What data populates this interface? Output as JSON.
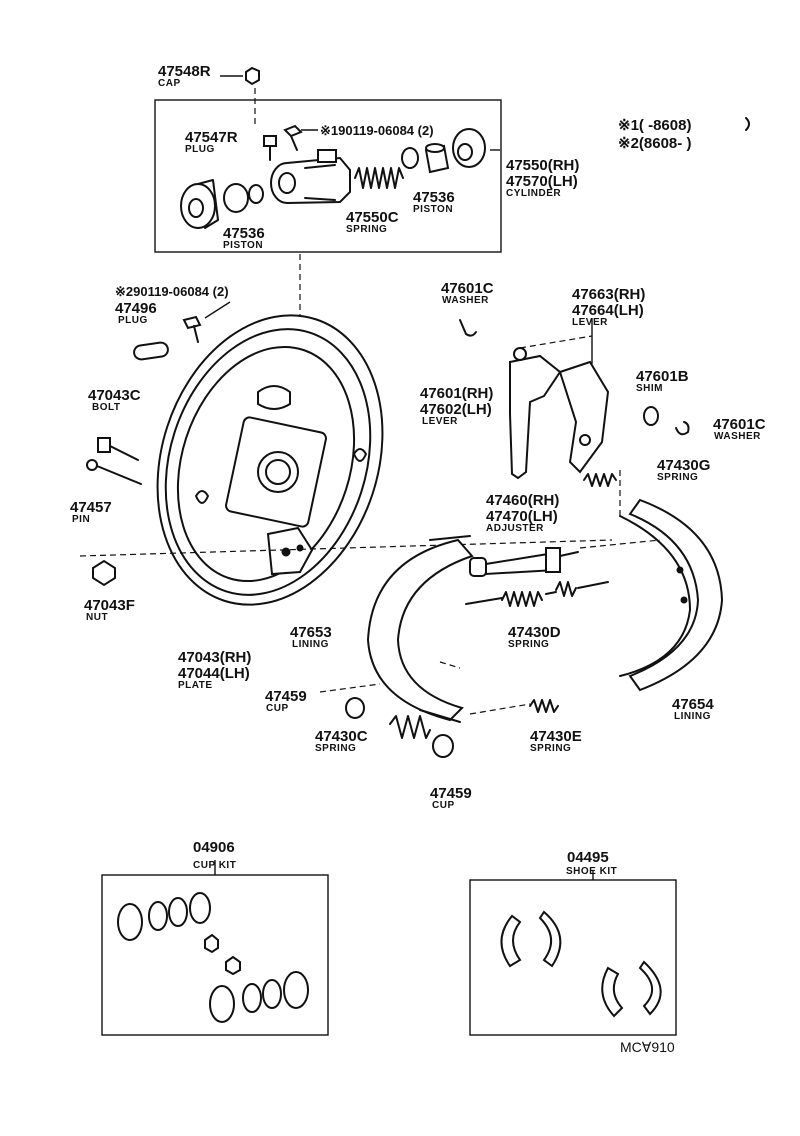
{
  "parts": {
    "p47548R": {
      "number": "47548R",
      "name": "CAP"
    },
    "p47547R": {
      "number": "47547R",
      "name": "PLUG"
    },
    "bolt_top": {
      "number": "※190119-06084 (2)"
    },
    "p47550": {
      "rh": "47550(RH)",
      "lh": "47570(LH)",
      "name": "CYLINDER"
    },
    "p47536_right": {
      "number": "47536",
      "name": "PISTON"
    },
    "p47550C": {
      "number": "47550C",
      "name": "SPRING"
    },
    "p47536_left": {
      "number": "47536",
      "name": "PISTON"
    },
    "bolt_mid": {
      "number": "※290119-06084 (2)"
    },
    "p47496": {
      "number": "47496",
      "name": "PLUG"
    },
    "p47043C": {
      "number": "47043C",
      "name": "BOLT"
    },
    "p47457": {
      "number": "47457",
      "name": "PIN"
    },
    "p47043F": {
      "number": "47043F",
      "name": "NUT"
    },
    "p47043": {
      "rh": "47043(RH)",
      "lh": "47044(LH)",
      "name": "PLATE"
    },
    "p47601C_top": {
      "number": "47601C",
      "name": "WASHER"
    },
    "p47663": {
      "rh": "47663(RH)",
      "lh": "47664(LH)",
      "name": "LEVER"
    },
    "p47601": {
      "rh": "47601(RH)",
      "lh": "47602(LH)",
      "name": "LEVER"
    },
    "p47601B": {
      "number": "47601B",
      "name": "SHIM"
    },
    "p47601C_right": {
      "number": "47601C",
      "name": "WASHER"
    },
    "p47430G": {
      "number": "47430G",
      "name": "SPRING"
    },
    "p47460": {
      "rh": "47460(RH)",
      "lh": "47470(LH)",
      "name": "ADJUSTER"
    },
    "p47653": {
      "number": "47653",
      "name": "LINING"
    },
    "p47430D": {
      "number": "47430D",
      "name": "SPRING"
    },
    "p47654": {
      "number": "47654",
      "name": "LINING"
    },
    "p47459_top": {
      "number": "47459",
      "name": "CUP"
    },
    "p47430C": {
      "number": "47430C",
      "name": "SPRING"
    },
    "p47430E": {
      "number": "47430E",
      "name": "SPRING"
    },
    "p47459_bottom": {
      "number": "47459",
      "name": "CUP"
    }
  },
  "legend": {
    "line1": "※1(      -8608)",
    "line2": "※2(8608-       )"
  },
  "kits": {
    "cup": {
      "number": "04906",
      "name": "CUP KIT"
    },
    "shoe": {
      "number": "04495",
      "name": "SHOE KIT"
    }
  },
  "footer_code": "MC∀910"
}
